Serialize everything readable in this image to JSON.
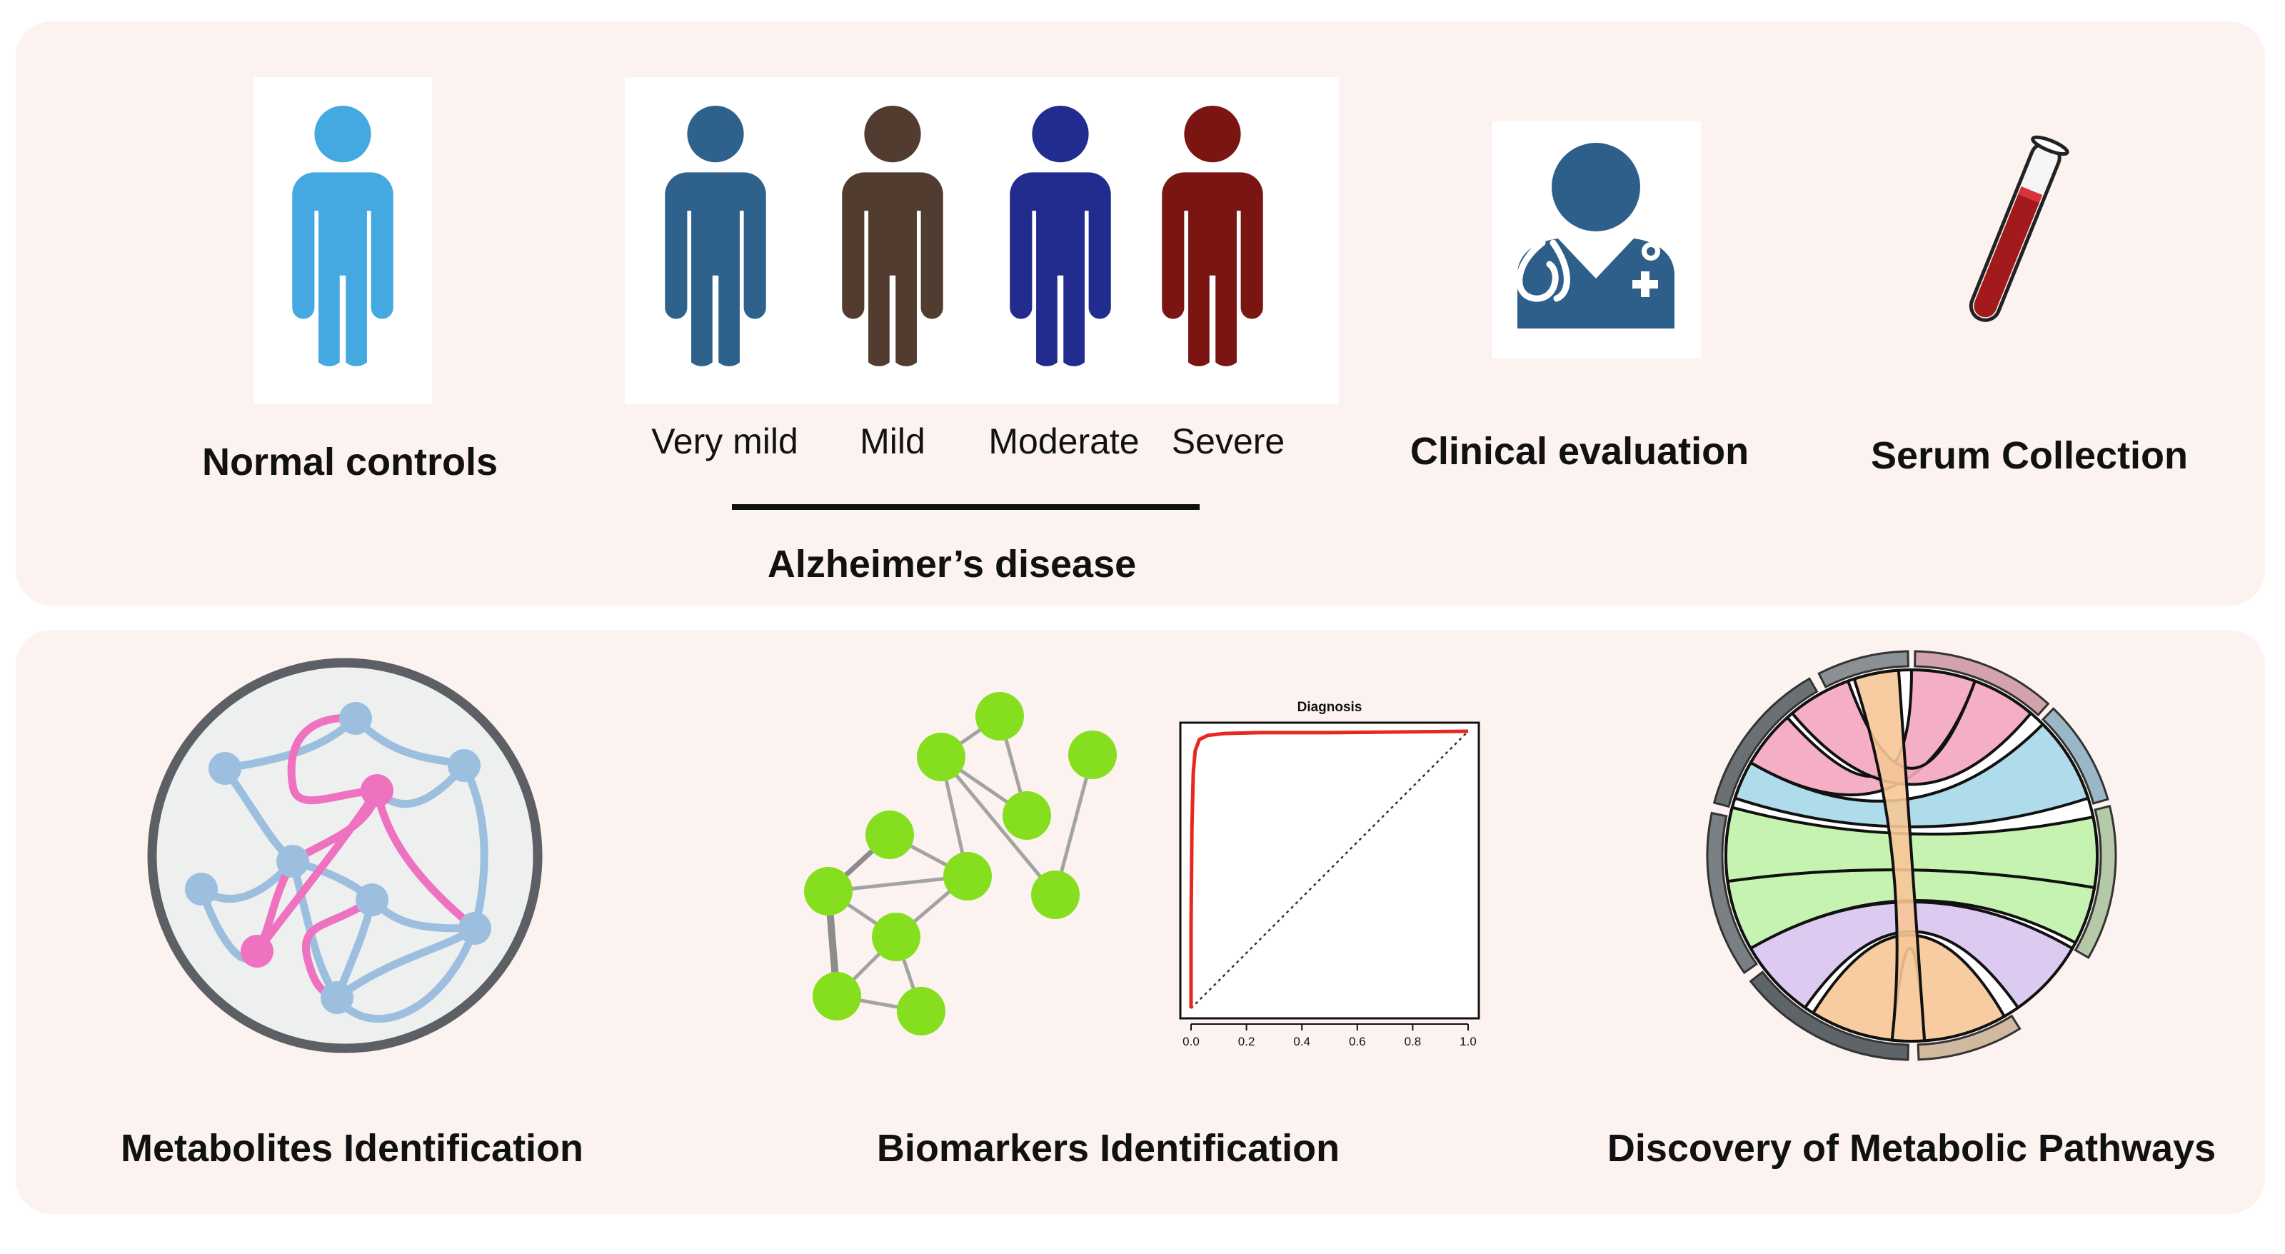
{
  "colors": {
    "panel_bg": "#fcf3f0",
    "normal_control": "#43a9e0",
    "very_mild": "#2e618c",
    "mild": "#523c30",
    "moderate": "#212c8e",
    "severe": "#7a1512",
    "doctor": "#2e5f8a",
    "network_blue": "#9dbfdf",
    "network_pink": "#ef72c0",
    "biomarker_green": "#86df1e",
    "roc_curve": "#e8281e"
  },
  "top_panel": {
    "normal_controls_label": "Normal controls",
    "stages": [
      {
        "label": "Very mild",
        "color": "#2e618c"
      },
      {
        "label": "Mild",
        "color": "#523c30"
      },
      {
        "label": "Moderate",
        "color": "#212c8e"
      },
      {
        "label": "Severe",
        "color": "#7a1512"
      }
    ],
    "disease_label": "Alzheimer’s disease",
    "clinical_label": "Clinical evaluation",
    "serum_label": "Serum Collection"
  },
  "bottom_panel": {
    "metabolites_label": "Metabolites Identification",
    "biomarkers_label": "Biomarkers Identification",
    "pathways_label": "Discovery of Metabolic Pathways"
  },
  "chart_data": {
    "type": "line",
    "title": "Diagnosis",
    "x_ticks": [
      "0.0",
      "0.2",
      "0.4",
      "0.6",
      "0.8",
      "1.0"
    ],
    "xlim": [
      0,
      1
    ],
    "ylim": [
      0,
      1
    ],
    "series": [
      {
        "x": [
          0.0,
          0.0,
          0.003,
          0.008,
          0.015,
          0.03,
          0.06,
          0.12,
          0.25,
          0.5,
          1.0
        ],
        "y": [
          0.0,
          0.3,
          0.65,
          0.85,
          0.93,
          0.97,
          0.985,
          0.992,
          0.995,
          0.995,
          1.0
        ]
      }
    ],
    "reference_line": {
      "x": [
        0,
        1
      ],
      "y": [
        0,
        1
      ],
      "style": "dotted"
    }
  }
}
